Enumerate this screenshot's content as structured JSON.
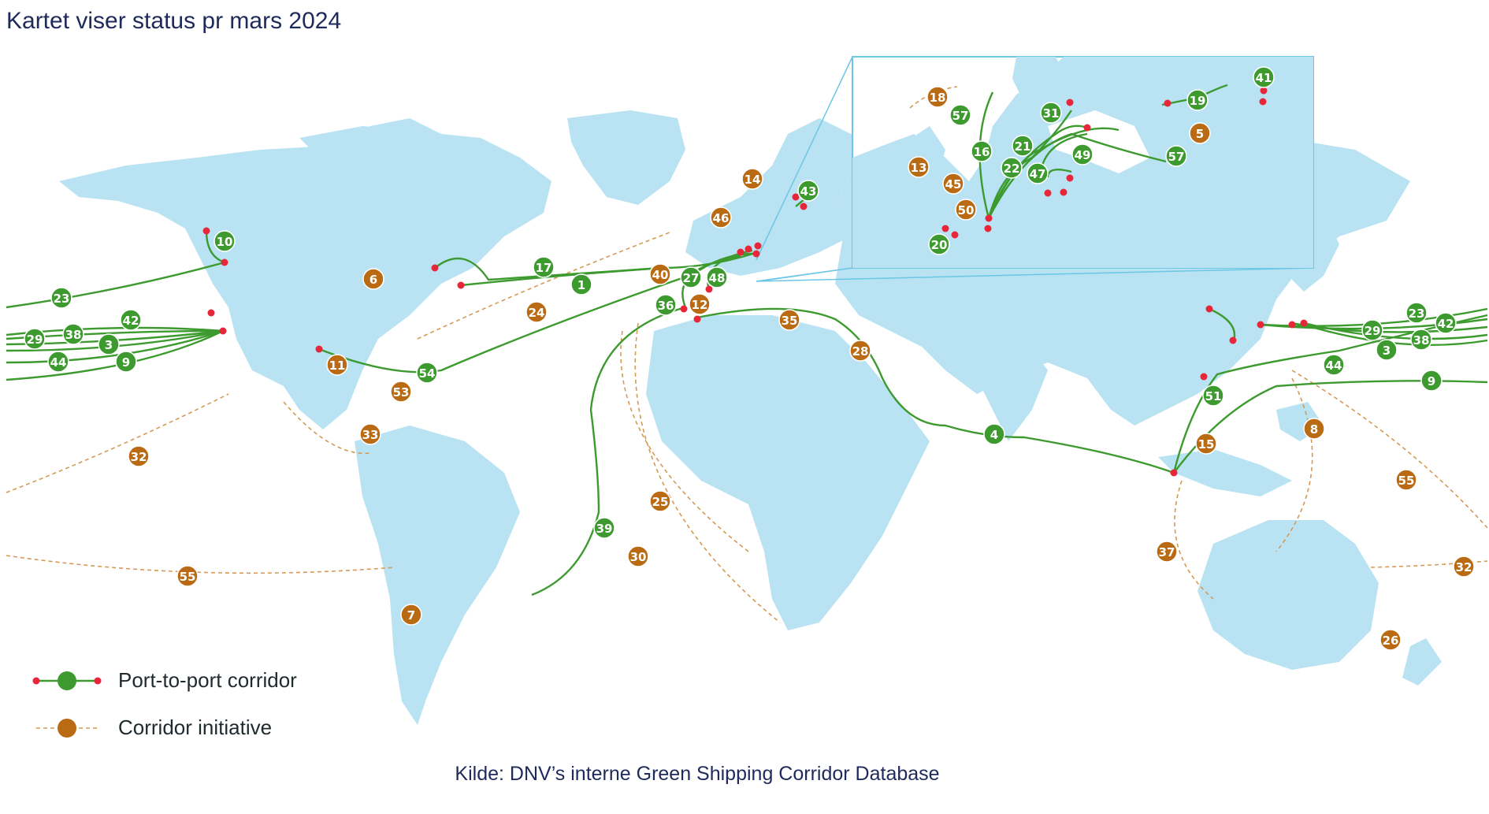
{
  "title": "Kartet viser status pr mars 2024",
  "source": "Kilde: DNV’s interne Green Shipping Corridor Database",
  "colors": {
    "land": "#b9e3f2",
    "port_to_port": "#3c9a2e",
    "initiative": "#b96a12",
    "port_dot": "#e8263a",
    "inset_border": "#6cc6e6"
  },
  "legend": [
    {
      "kind": "port_to_port",
      "label": "Port-to-port corridor"
    },
    {
      "kind": "initiative",
      "label": "Corridor initiative"
    }
  ],
  "port_to_port_corridors": [
    "1",
    "3",
    "4",
    "9",
    "10",
    "16",
    "17",
    "19",
    "20",
    "21",
    "22",
    "23",
    "27",
    "29",
    "31",
    "36",
    "38",
    "39",
    "41",
    "42",
    "43",
    "44",
    "47",
    "48",
    "49",
    "51",
    "54",
    "57"
  ],
  "corridor_initiatives": [
    "5",
    "6",
    "7",
    "8",
    "11",
    "12",
    "13",
    "14",
    "15",
    "18",
    "24",
    "25",
    "26",
    "28",
    "30",
    "32",
    "33",
    "35",
    "37",
    "40",
    "45",
    "46",
    "50",
    "53",
    "55"
  ]
}
